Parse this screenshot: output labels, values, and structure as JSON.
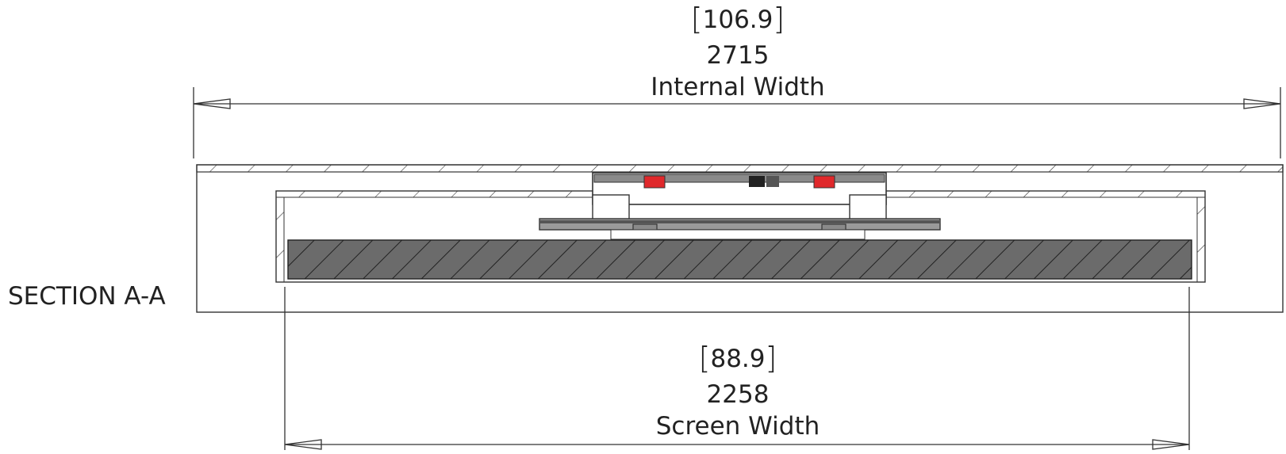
{
  "section_label": "SECTION A-A",
  "internal_width": {
    "inches": "106.9",
    "mm": "2715",
    "label": "Internal Width"
  },
  "screen_width": {
    "inches": "88.9",
    "mm": "2258",
    "label": "Screen Width"
  },
  "colors": {
    "line": "#333333",
    "screen_fill": "#6b6b6b",
    "mount_red": "#e0282b",
    "mount_gray": "#9a9a9a"
  }
}
